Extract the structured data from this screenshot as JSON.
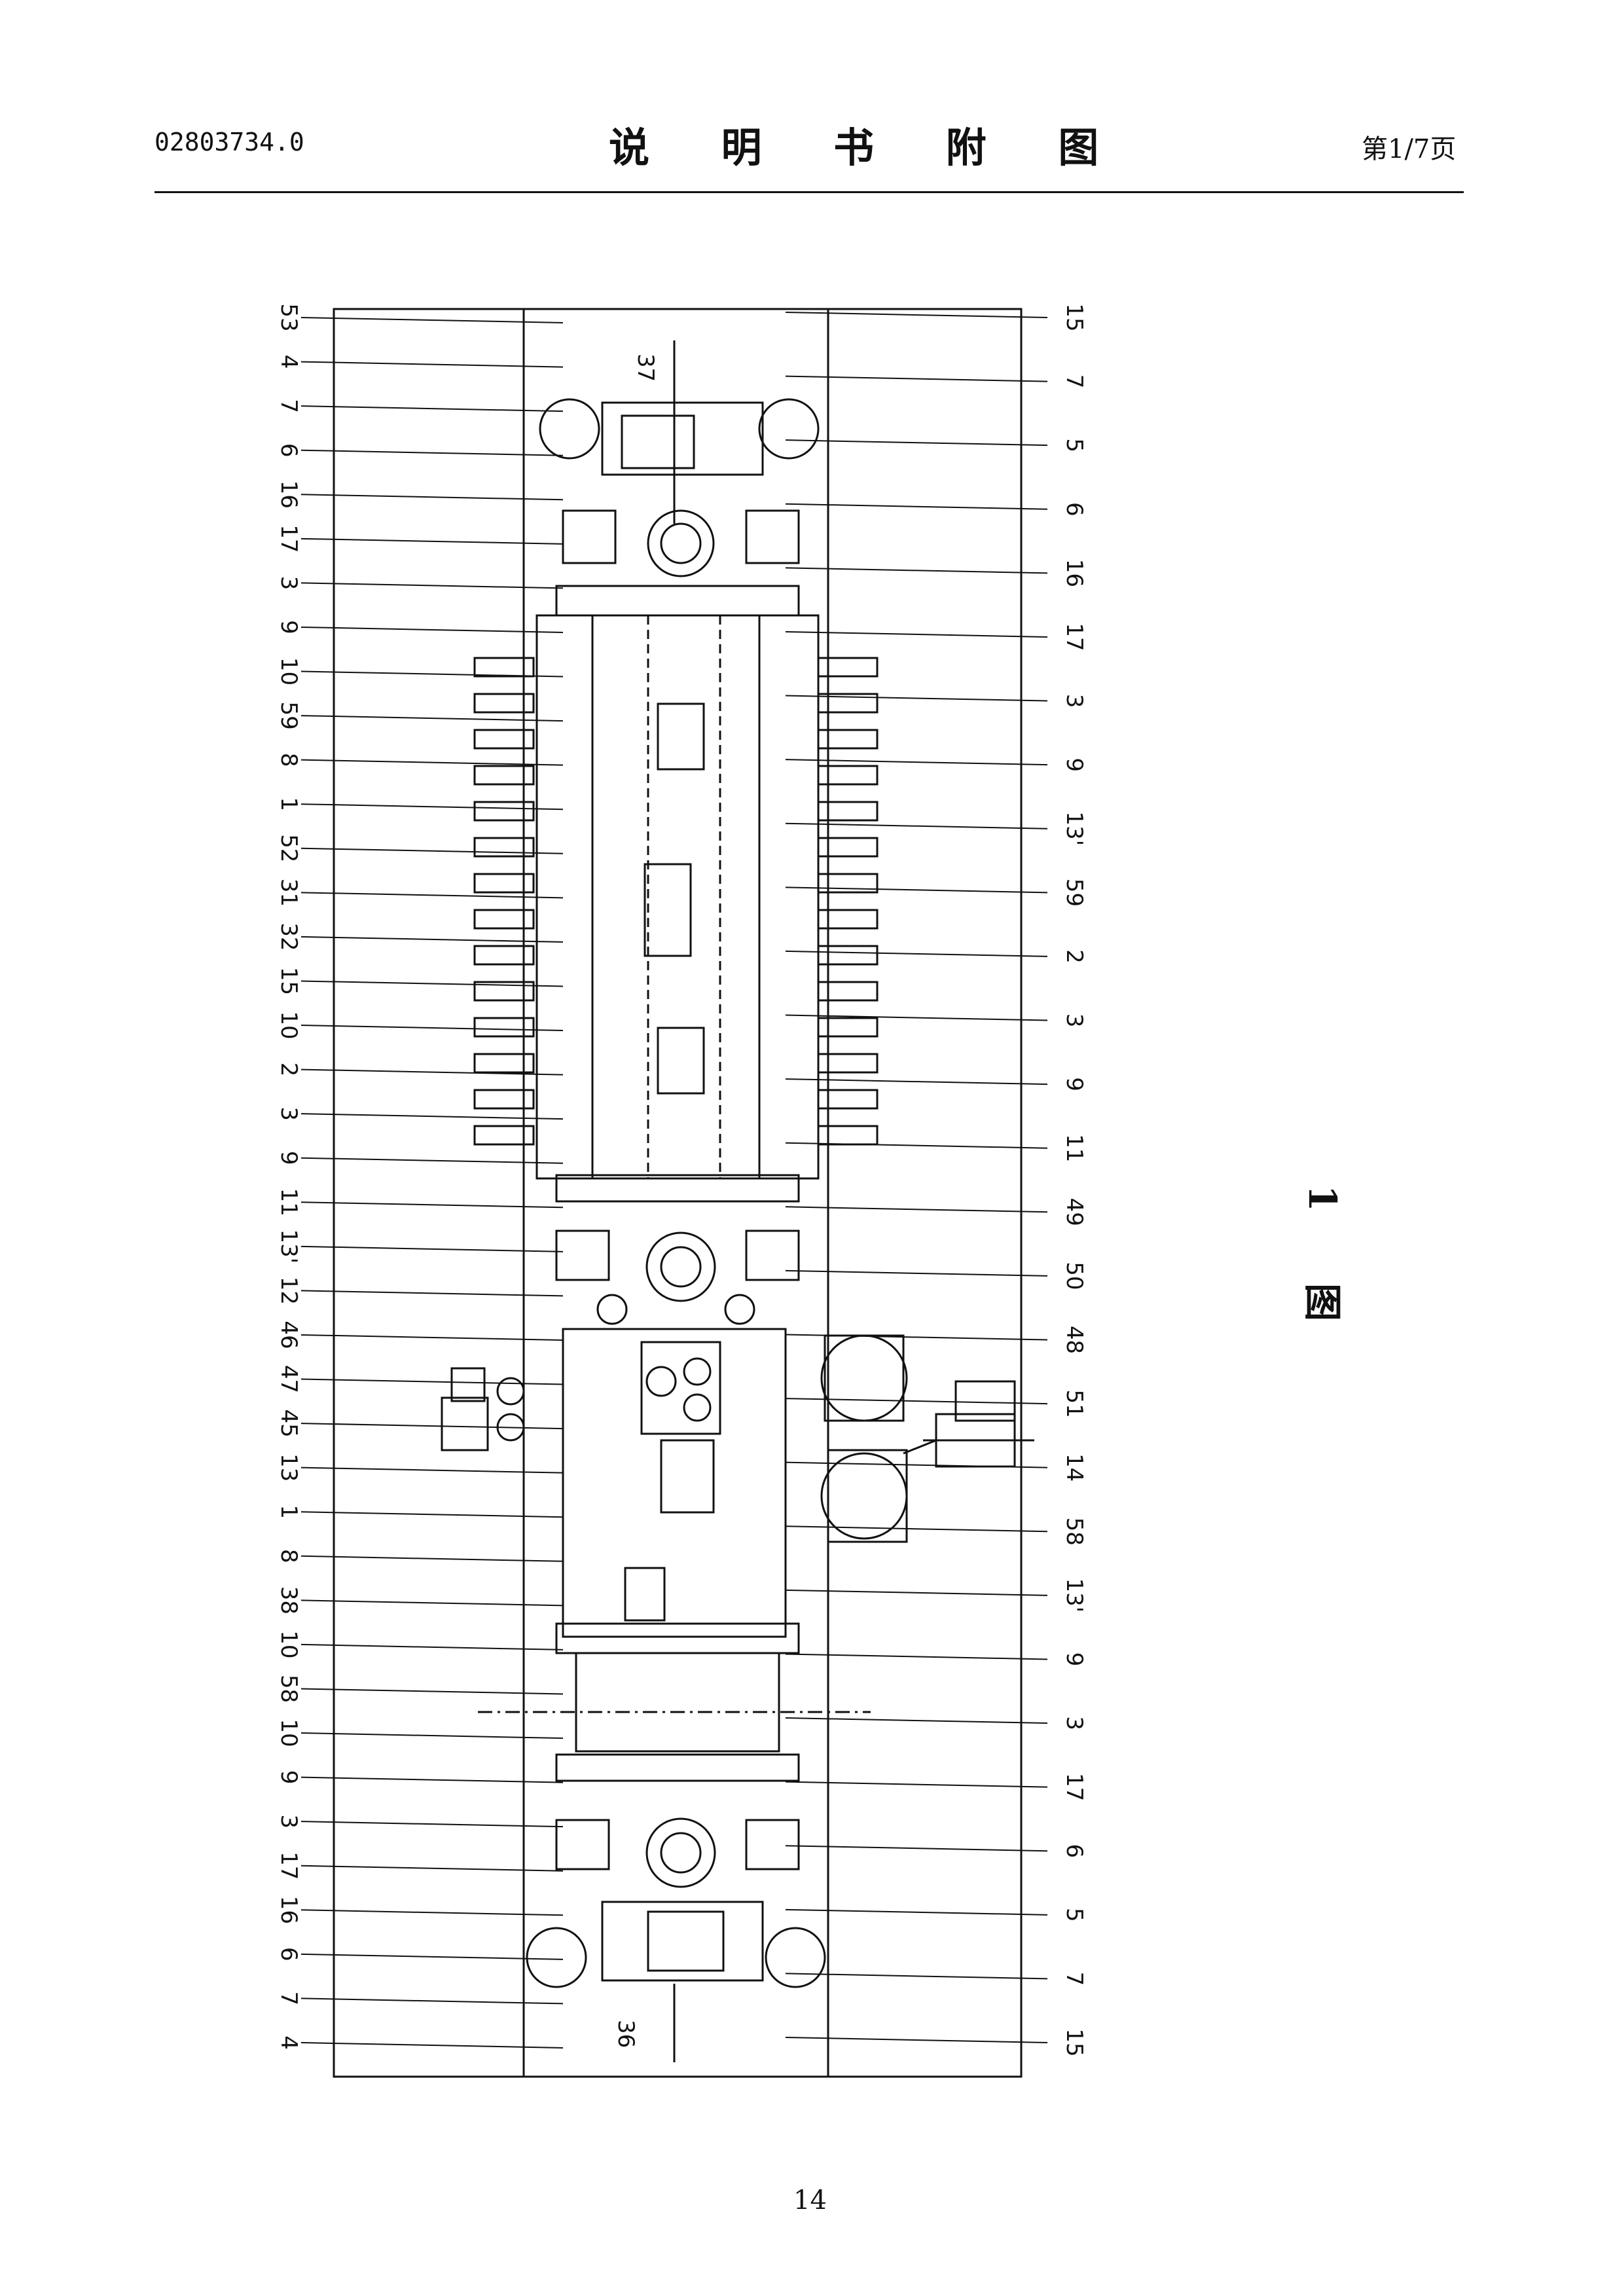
{
  "header": {
    "doc_number": "02803734.0",
    "title": "说 明 书 附 图",
    "page_info": "第1/7页"
  },
  "figure": {
    "caption_char": "图",
    "caption_num": "1",
    "left_labels": [
      "53",
      "4",
      "7",
      "6",
      "16",
      "17",
      "3",
      "9",
      "10",
      "59",
      "8",
      "1",
      "52",
      "31",
      "32",
      "15",
      "10",
      "2",
      "3",
      "9",
      "11",
      "13'",
      "12",
      "46",
      "47",
      "45",
      "13",
      "1",
      "8",
      "38",
      "10",
      "58",
      "10",
      "9",
      "3",
      "17",
      "16",
      "6",
      "7",
      "4"
    ],
    "right_labels": [
      "15",
      "7",
      "5",
      "6",
      "16",
      "17",
      "3",
      "9",
      "13'",
      "59",
      "2",
      "3",
      "9",
      "11",
      "49",
      "50",
      "48",
      "51",
      "14",
      "58",
      "13'",
      "9",
      "3",
      "17",
      "6",
      "5",
      "7",
      "15"
    ],
    "top_label": "37",
    "bottom_label": "36"
  },
  "footer": {
    "page_number": "14"
  }
}
